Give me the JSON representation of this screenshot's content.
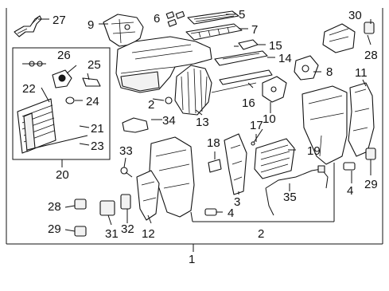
{
  "callouts": {
    "c1": "1",
    "c2a": "2",
    "c2b": "2",
    "c3": "3",
    "c4a": "4",
    "c4b": "4",
    "c5": "5",
    "c6": "6",
    "c7": "7",
    "c8": "8",
    "c9": "9",
    "c10": "10",
    "c11": "11",
    "c12": "12",
    "c13": "13",
    "c14": "14",
    "c15": "15",
    "c16": "16",
    "c17": "17",
    "c18": "18",
    "c19": "19",
    "c20": "20",
    "c21": "21",
    "c22": "22",
    "c23": "23",
    "c24": "24",
    "c25": "25",
    "c26": "26",
    "c27": "27",
    "c28a": "28",
    "c28b": "28",
    "c29a": "29",
    "c29b": "29",
    "c30": "30",
    "c31": "31",
    "c32": "32",
    "c33": "33",
    "c34": "34",
    "c35": "35"
  }
}
